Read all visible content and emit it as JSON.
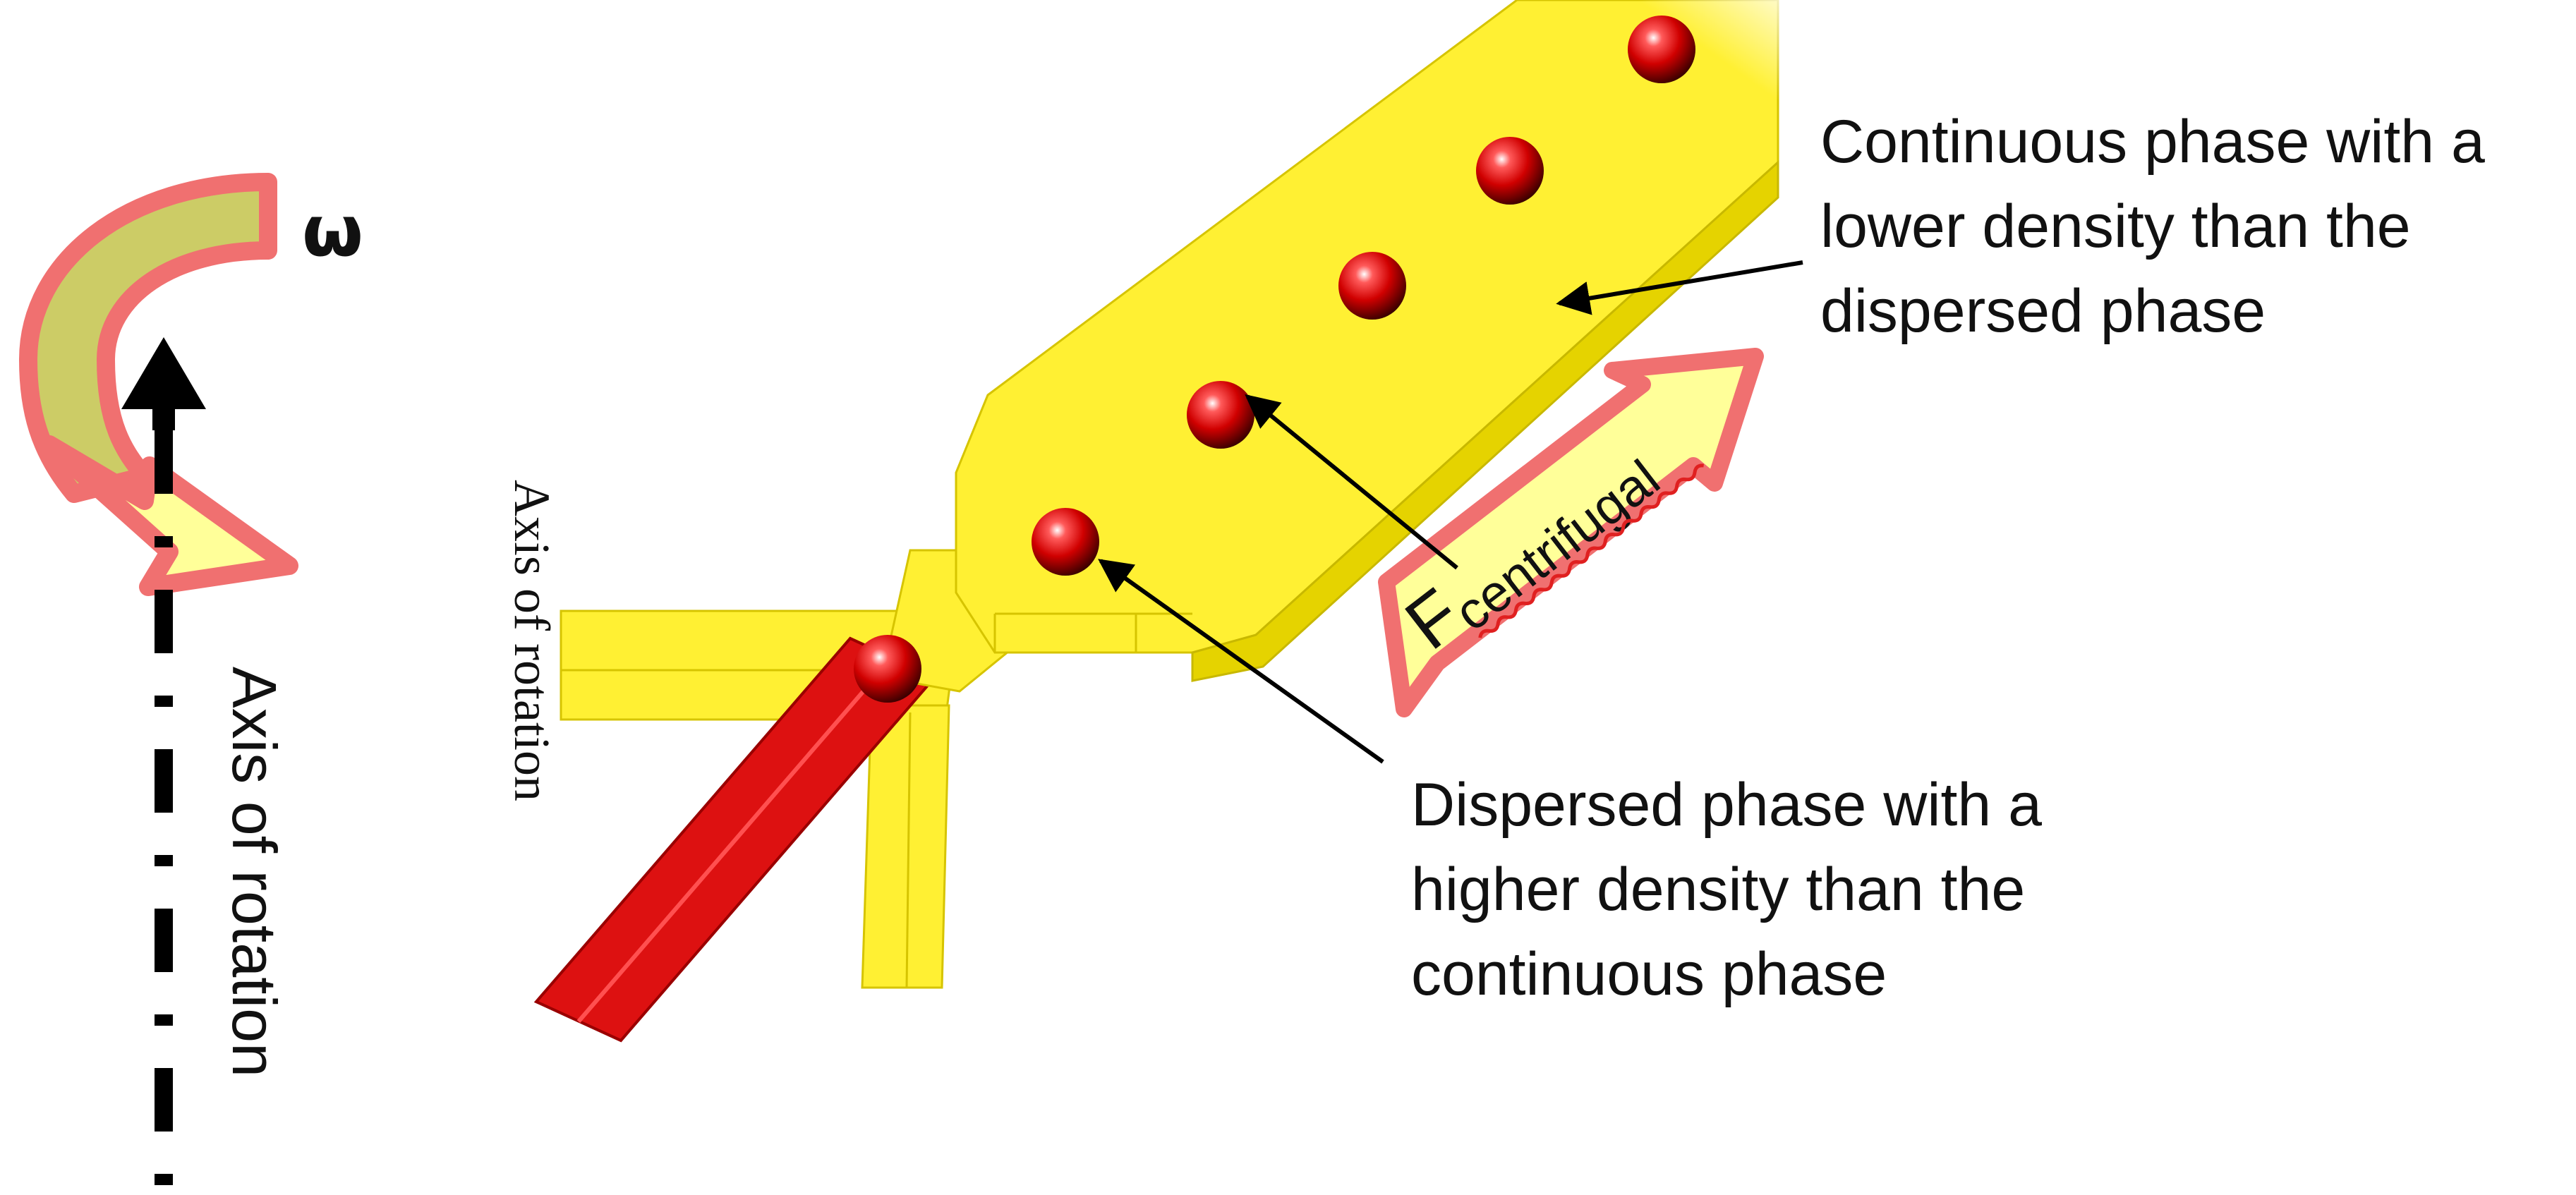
{
  "labels": {
    "omega": "ω",
    "axis_left": "Axis of rotation",
    "axis_middle": "Axis of rotation",
    "continuous_phase": [
      "Continuous phase with a",
      "lower density than the",
      "dispersed phase"
    ],
    "dispersed_phase": [
      "Dispersed phase with a",
      "higher density than the",
      "continuous phase"
    ],
    "force_main": "F",
    "force_sub": "centrifugal"
  },
  "colors": {
    "channel_yellow": "#fff033",
    "channel_shadow": "#e5d300",
    "dispersed_red": "#dd1111",
    "arrow_outline": "#f07070",
    "arrow_fill": "#ffff99",
    "rotation_band_fill": "#cccc66",
    "text": "#111111",
    "spellcheck_underline": "#e02020"
  }
}
